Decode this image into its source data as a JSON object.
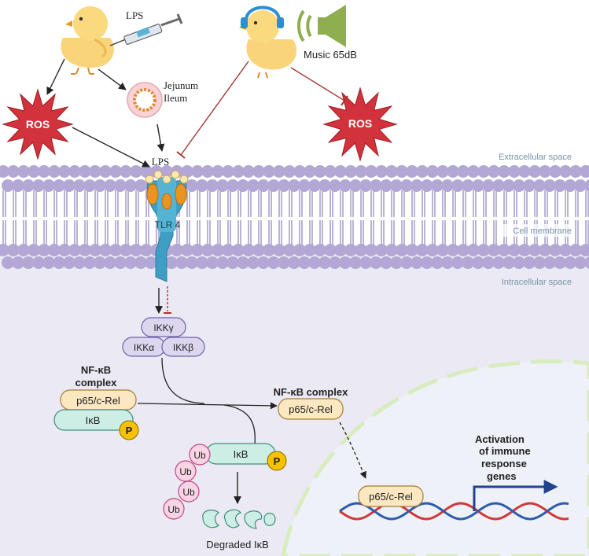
{
  "labels": {
    "lps_top": "LPS",
    "music": "Music 65dB",
    "jejunum": "Jejunum",
    "ileum": "Ileum",
    "ros": "ROS",
    "lps_receptor": "LPS",
    "tlr4": "TLR 4",
    "extracellular": "Extracellular space",
    "membrane": "Cell membrane",
    "intracellular": "Intracellular space",
    "ikk_gamma": "IKKγ",
    "ikk_alpha": "IKKα",
    "ikk_beta": "IKKβ",
    "nfkb_complex_line1": "NF-κB",
    "nfkb_complex_line2": "complex",
    "nfkb_complex_right": "NF-κB complex",
    "p65": "p65/c-Rel",
    "ikb": "IκB",
    "phospho": "P",
    "ub": "Ub",
    "degraded": "Degraded IκB",
    "activation_line1": "Activation",
    "activation_line2": "of immune",
    "activation_line3": "response",
    "activation_line4": "genes"
  },
  "colors": {
    "intracellular_bg": "#ebe9f3",
    "lipid_head": "#b3a8d5",
    "lipid_tail": "#a39ac9",
    "nucleus": "#eef1f8",
    "nucleus_border": "#d9ecc0",
    "ros": "#d2323c",
    "ikk_fill": "#dcd6ef",
    "ikk_stroke": "#6e62a8",
    "p65_fill": "#fbe8c0",
    "p65_stroke": "#a77c36",
    "ikb_fill": "#cdeee5",
    "ikb_stroke": "#3f8d7d",
    "phospho_fill": "#f4c200",
    "ub_fill": "#f8d4e4",
    "ub_stroke": "#c04a85",
    "tlr4_blue": "#3e9ec3",
    "tlr4_orange": "#e89522",
    "inhibit": "#a8352f",
    "gene_arrow": "#21438f",
    "dna_red": "#d0393b",
    "dna_blue": "#2d5daa",
    "speaker": "#8fae4f",
    "headphone": "#2a8fd6"
  }
}
